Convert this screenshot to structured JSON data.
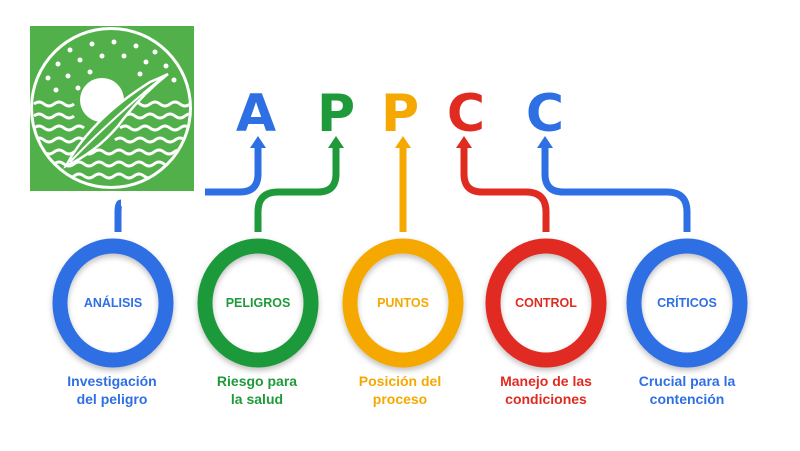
{
  "colors": {
    "blue": "#2f6fe4",
    "green": "#1f9a3a",
    "yellow": "#f5a800",
    "red": "#e02b20",
    "logo_green": "#52b04a"
  },
  "logo": {
    "icon": "leaf-sun-logo"
  },
  "acronym": [
    "A",
    "P",
    "P",
    "C",
    "C"
  ],
  "steps": [
    {
      "label": "ANÁLISIS",
      "caption_line1": "Investigación",
      "caption_line2": "del peligro",
      "color": "#2f6fe4"
    },
    {
      "label": "PELIGROS",
      "caption_line1": "Riesgo para",
      "caption_line2": "la salud",
      "color": "#1f9a3a"
    },
    {
      "label": "PUNTOS",
      "caption_line1": "Posición del",
      "caption_line2": "proceso",
      "color": "#f5a800"
    },
    {
      "label": "CONTROL",
      "caption_line1": "Manejo de las",
      "caption_line2": "condiciones",
      "color": "#e02b20"
    },
    {
      "label": "CRÍTICOS",
      "caption_line1": "Crucial para la",
      "caption_line2": "contención",
      "color": "#2f6fe4"
    }
  ]
}
